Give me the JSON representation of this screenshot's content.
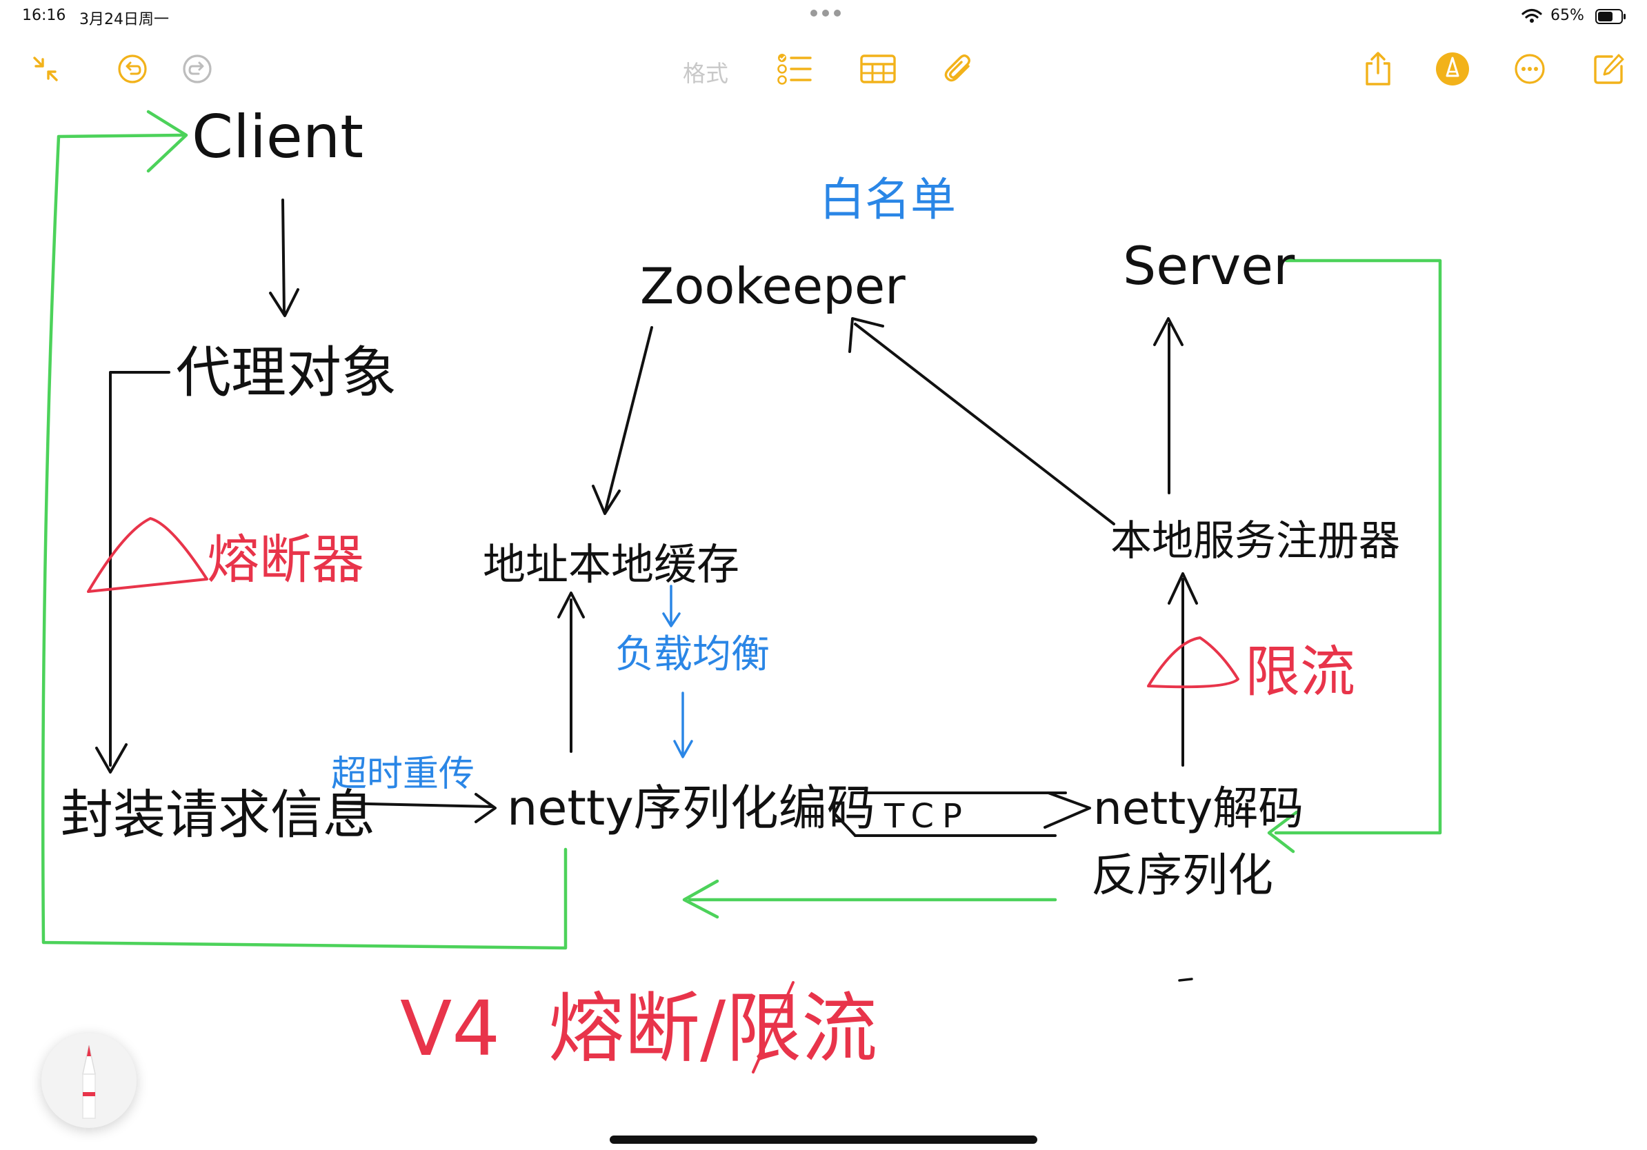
{
  "status_bar": {
    "time": "16:16",
    "date": "3月24日周一",
    "battery_percent": "65%",
    "battery_level": 0.65
  },
  "toolbar": {
    "format_label": "格式",
    "left_icons": [
      "collapse-icon",
      "undo-icon",
      "redo-icon"
    ],
    "center_icons": [
      "checklist-icon",
      "table-icon",
      "attachment-icon"
    ],
    "right_icons": [
      "share-icon",
      "markup-pen-icon",
      "more-icon",
      "compose-icon"
    ],
    "accent_color": "#F2B21A"
  },
  "note": {
    "nodes": {
      "client": "Client",
      "proxy": "代理对象",
      "circuit_breaker": "熔断器",
      "encapsulate_request": "封装请求信息",
      "timeout_retry": "超时重传",
      "netty_encode": "netty序列化编码",
      "tcp": "TCP",
      "netty_decode": "netty解码",
      "deserialize": "反序列化",
      "address_cache": "地址本地缓存",
      "load_balance": "负载均衡",
      "zookeeper": "Zookeeper",
      "whitelist": "白名单",
      "server": "Server",
      "local_registry": "本地服务注册器",
      "rate_limit": "限流",
      "footer": "V4  熔断/限流"
    },
    "ink_colors": {
      "black": "#111111",
      "red": "#E8344A",
      "blue": "#2A86E6",
      "green": "#4CD25A"
    }
  }
}
